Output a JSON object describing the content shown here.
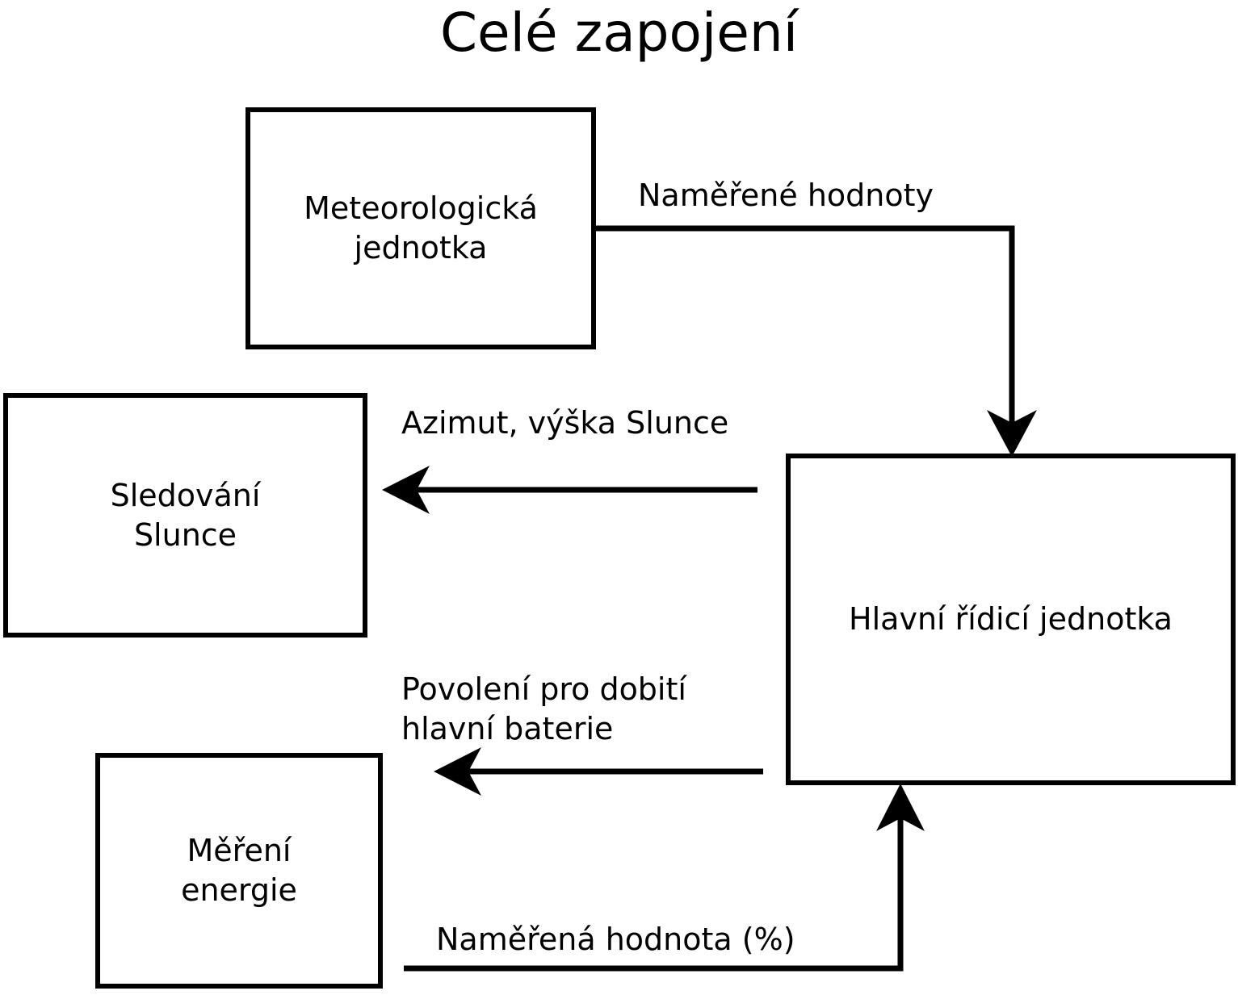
{
  "diagram": {
    "title": "Celé zapojení",
    "nodes": [
      {
        "id": "meteo",
        "label": "Meteorologická\njednotka"
      },
      {
        "id": "tracking",
        "label": "Sledování\nSlunce"
      },
      {
        "id": "main",
        "label": "Hlavní řídicí jednotka"
      },
      {
        "id": "energy",
        "label": "Měření\nenergie"
      }
    ],
    "edges": [
      {
        "id": "meteo-to-main",
        "label": "Naměřené hodnoty",
        "from": "meteo",
        "to": "main",
        "direction": "down"
      },
      {
        "id": "main-to-tracking",
        "label": "Azimut, výška Slunce",
        "from": "main",
        "to": "tracking",
        "direction": "left"
      },
      {
        "id": "main-to-energy",
        "label": "Povolení pro dobití\nhlavní baterie",
        "from": "main",
        "to": "energy",
        "direction": "left"
      },
      {
        "id": "energy-to-main",
        "label": "Naměřená hodnota (%)",
        "from": "energy",
        "to": "main",
        "direction": "up"
      }
    ],
    "colors": {
      "stroke": "#000000",
      "background": "#ffffff",
      "text": "#000000"
    }
  }
}
